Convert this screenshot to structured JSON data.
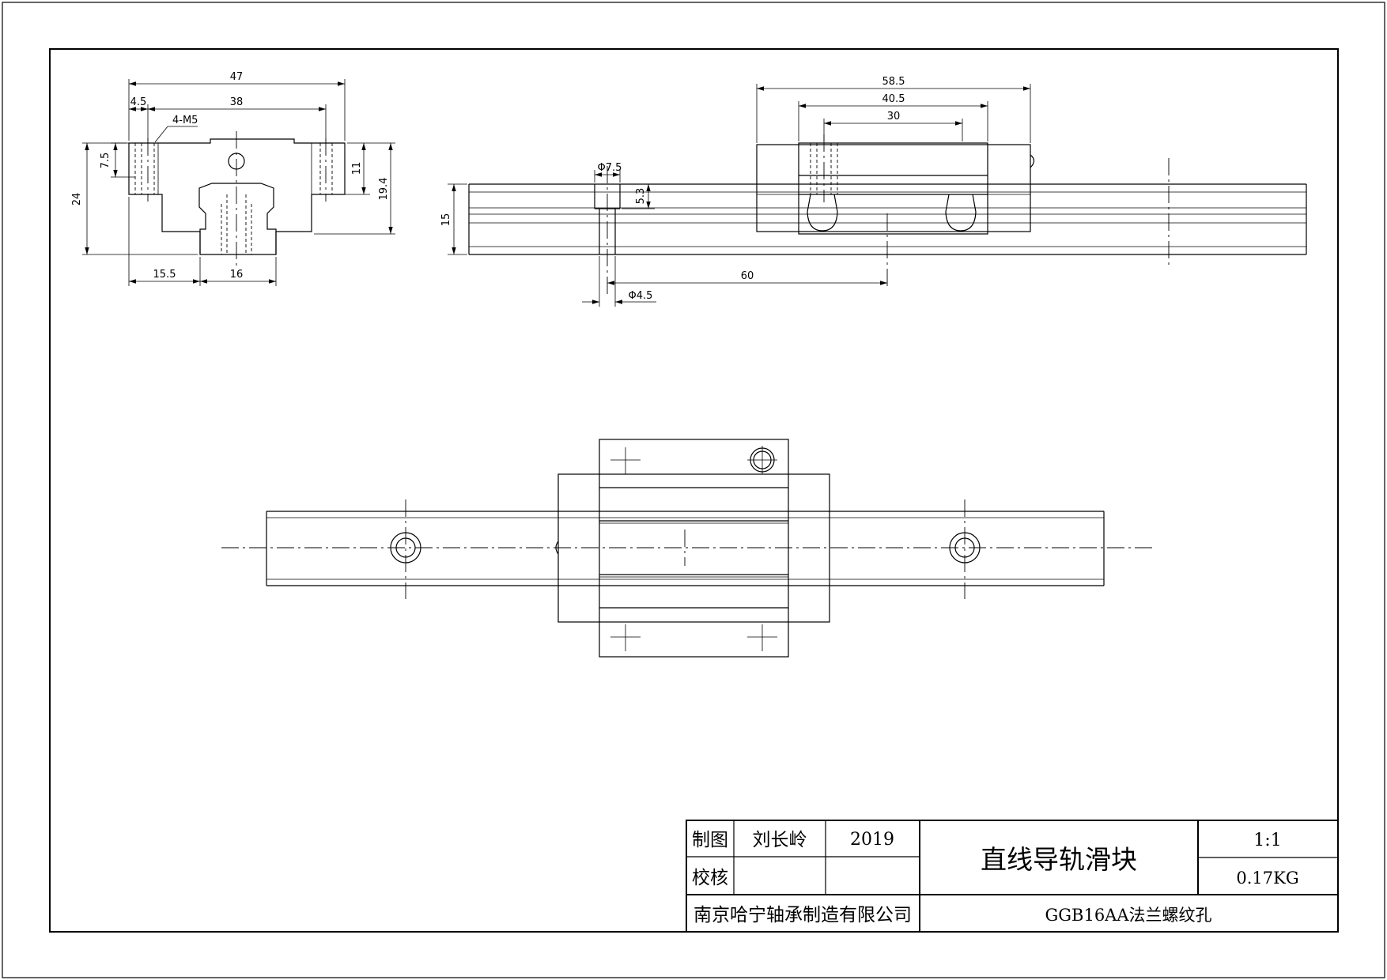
{
  "dimensions": {
    "end_width_total": "47",
    "end_edge_offset": "4.5",
    "end_bolt_spacing": "38",
    "end_thread": "4-M5",
    "end_flange_thk": "7.5",
    "end_height_total": "24",
    "end_top_height": "11",
    "end_body_height": "19.4",
    "end_rail_offset": "15.5",
    "end_rail_width": "16",
    "side_block_length": "58.5",
    "side_body_length": "40.5",
    "side_bolt_spacing": "30",
    "side_cbore_dia": "Φ7.5",
    "side_cbore_depth": "5.3",
    "side_rail_height": "15",
    "side_pitch_half": "60",
    "side_hole_dia": "Φ4.5"
  },
  "title_block": {
    "drawn_label": "制图",
    "drawn_by": "刘长岭",
    "year": "2019",
    "check_label": "校核",
    "title": "直线导轨滑块",
    "scale": "1:1",
    "weight": "0.17KG",
    "company": "南京哈宁轴承制造有限公司",
    "part_name": "GGB16AA法兰螺纹孔"
  }
}
